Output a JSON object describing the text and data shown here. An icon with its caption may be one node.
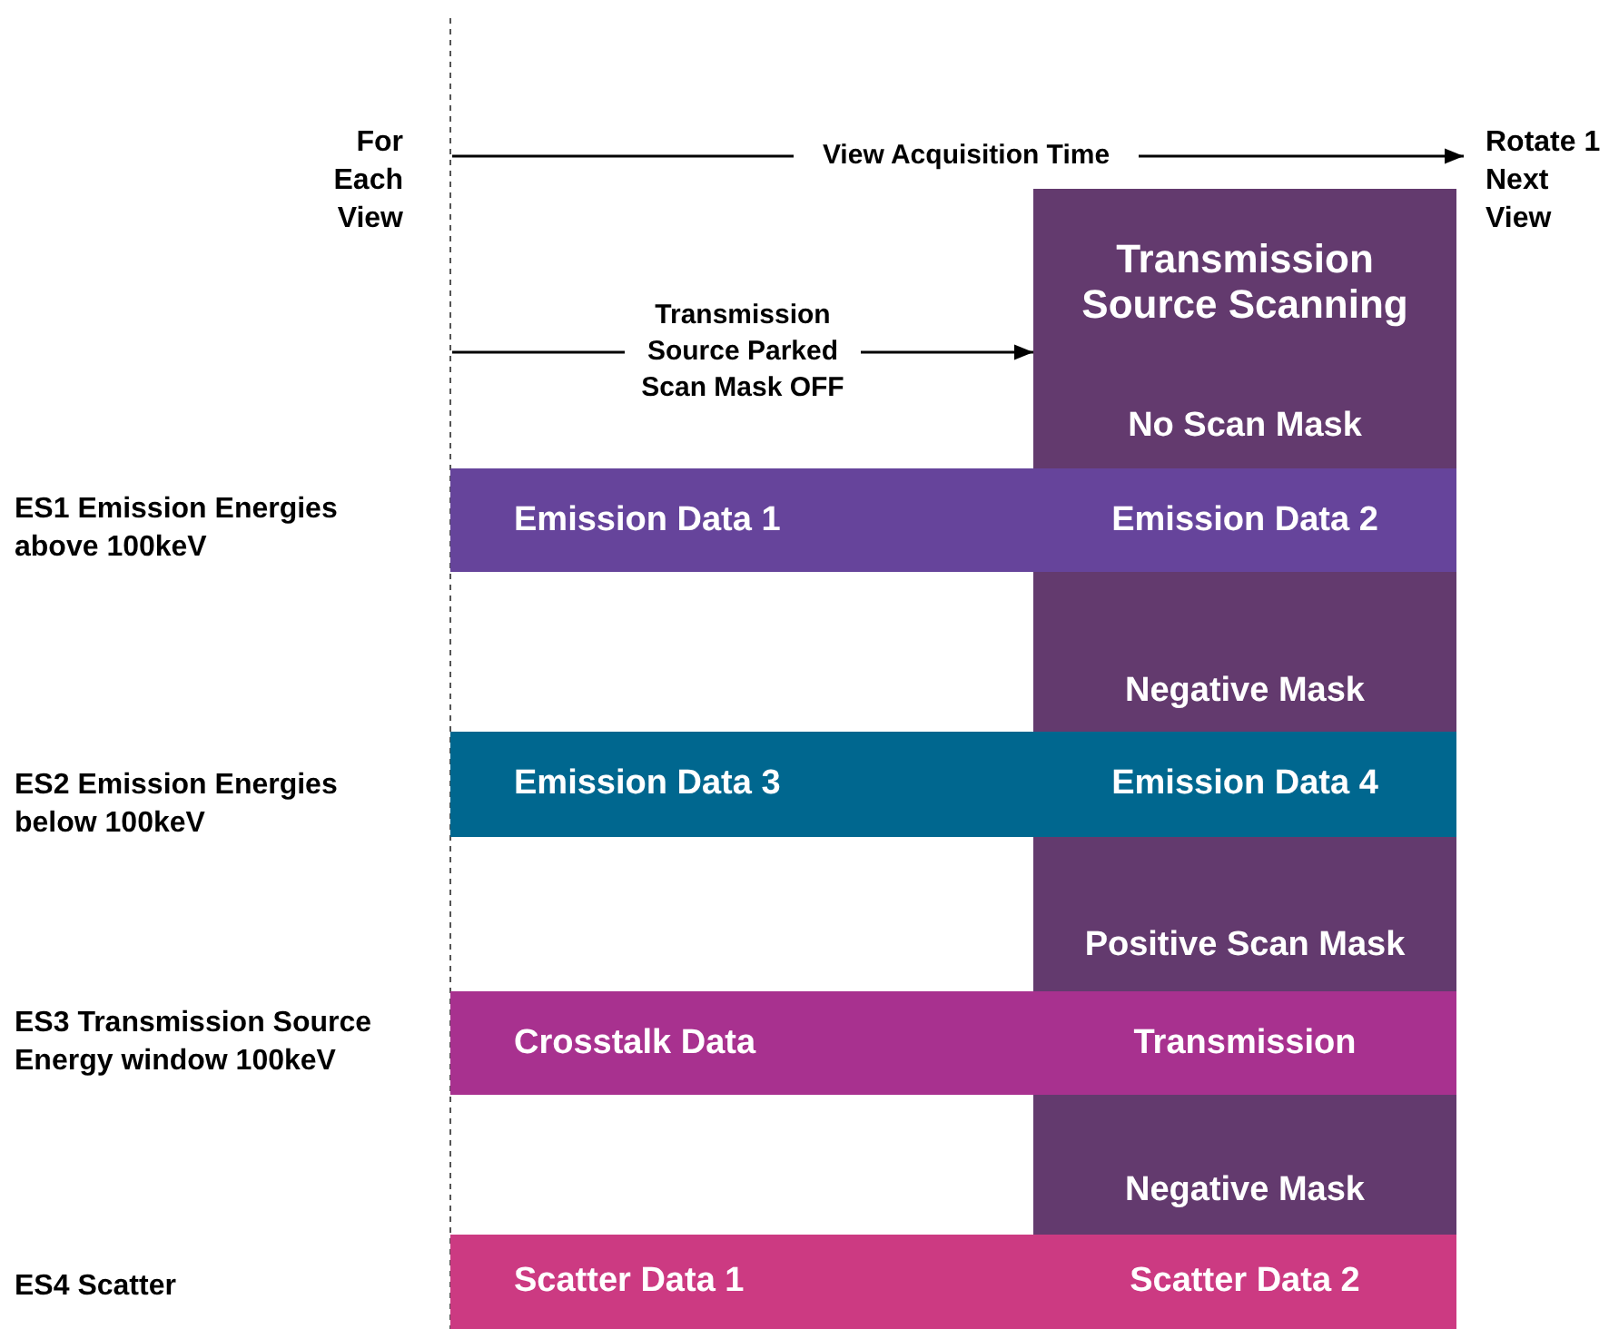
{
  "diagram": {
    "nodes": [
      {
        "text": [
          "Rotate 1 Next View"
        ]
      },
      {
        "text": [
          "Transmission Source Scanning",
          "No Scan Mask",
          "Negative Mask",
          "Positive Scan Mask",
          "Negative Mask"
        ]
      },
      {
        "text": [
          "Emission Data 1",
          "Emission Data 2"
        ],
        "beside": [
          "ES1 Emission Energies above 100keV"
        ]
      },
      {
        "text": [
          "Emission Data 3",
          "Emission Data 4"
        ],
        "beside": [
          "ES2 Emission Energies below 100keV"
        ]
      },
      {
        "text": [
          "Crosstalk Data",
          "Transmission"
        ],
        "beside": [
          "ES3 Transmission Source Energy window 100keV"
        ]
      },
      {
        "text": [
          "Scatter Data 1",
          "Scatter Data 2"
        ]
      }
    ],
    "edges": [
      {
        "from": null,
        "to": 0,
        "arrow": "to",
        "label": "View Acquisition Time"
      },
      {
        "from": null,
        "to": 1,
        "arrow": "to",
        "label": "Transmission Source Parked Scan Mask OFF"
      }
    ],
    "labels": [
      "For Each View",
      "ES4 Scatter"
    ]
  }
}
